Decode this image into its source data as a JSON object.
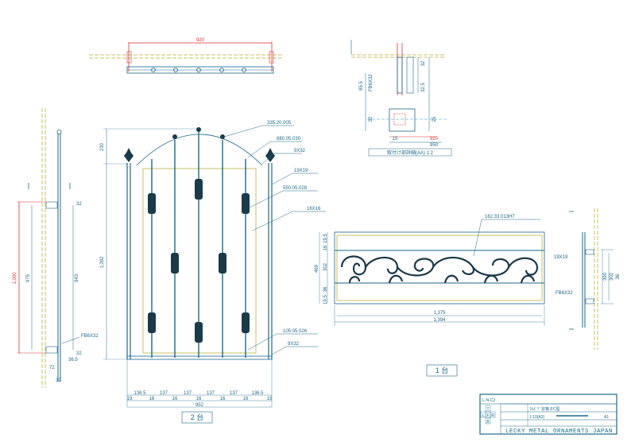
{
  "top_view": {
    "width_label": "920"
  },
  "front_gate": {
    "height_top": "230",
    "height_main": "1,392",
    "bottom_dims": [
      "136.5",
      "137",
      "137",
      "137",
      "137",
      "136.5"
    ],
    "post_dims": [
      "19",
      "16",
      "16",
      "16",
      "16",
      "16",
      "19"
    ],
    "overall_width": "952",
    "callouts": [
      "335.20.005",
      "880.05.030",
      "9X32",
      "19X19",
      "550.05.028",
      "16X16",
      "105.05.026",
      "9X32"
    ],
    "quantity": "2 台"
  },
  "side_view": {
    "dims": [
      "1,000",
      "975",
      "943",
      "32",
      "36.5",
      "32",
      "72",
      "32"
    ],
    "callout": "FB6X32"
  },
  "detail": {
    "caption": "取付け部詳細(AA) 1:2",
    "dims": [
      "32",
      "32.5",
      "25",
      "85.5",
      "15",
      "920",
      "950",
      "32"
    ],
    "callout": "FB6X32"
  },
  "panel": {
    "callout": "162.33.013H7",
    "width_inner": "1,375",
    "width_outer": "1,394",
    "height_total": "469",
    "left_dims": [
      "19.5",
      "16",
      "302",
      "36",
      "19.5"
    ],
    "right_dims": [
      "390",
      "302",
      "36"
    ],
    "right_callouts": [
      "19X19",
      "FB6X32"
    ],
    "quantity": "1 台"
  },
  "title_block": {
    "code": "L-N-C2",
    "name": "ﾌﾙﾎﾞﾃﾞ窓格子C型",
    "scale": "1:10(A3)",
    "sheet": "A1",
    "projection": [
      "L",
      "F",
      "R",
      "B",
      "T"
    ],
    "company": "LECKY METAL ORNAMENTS JAPAN"
  }
}
